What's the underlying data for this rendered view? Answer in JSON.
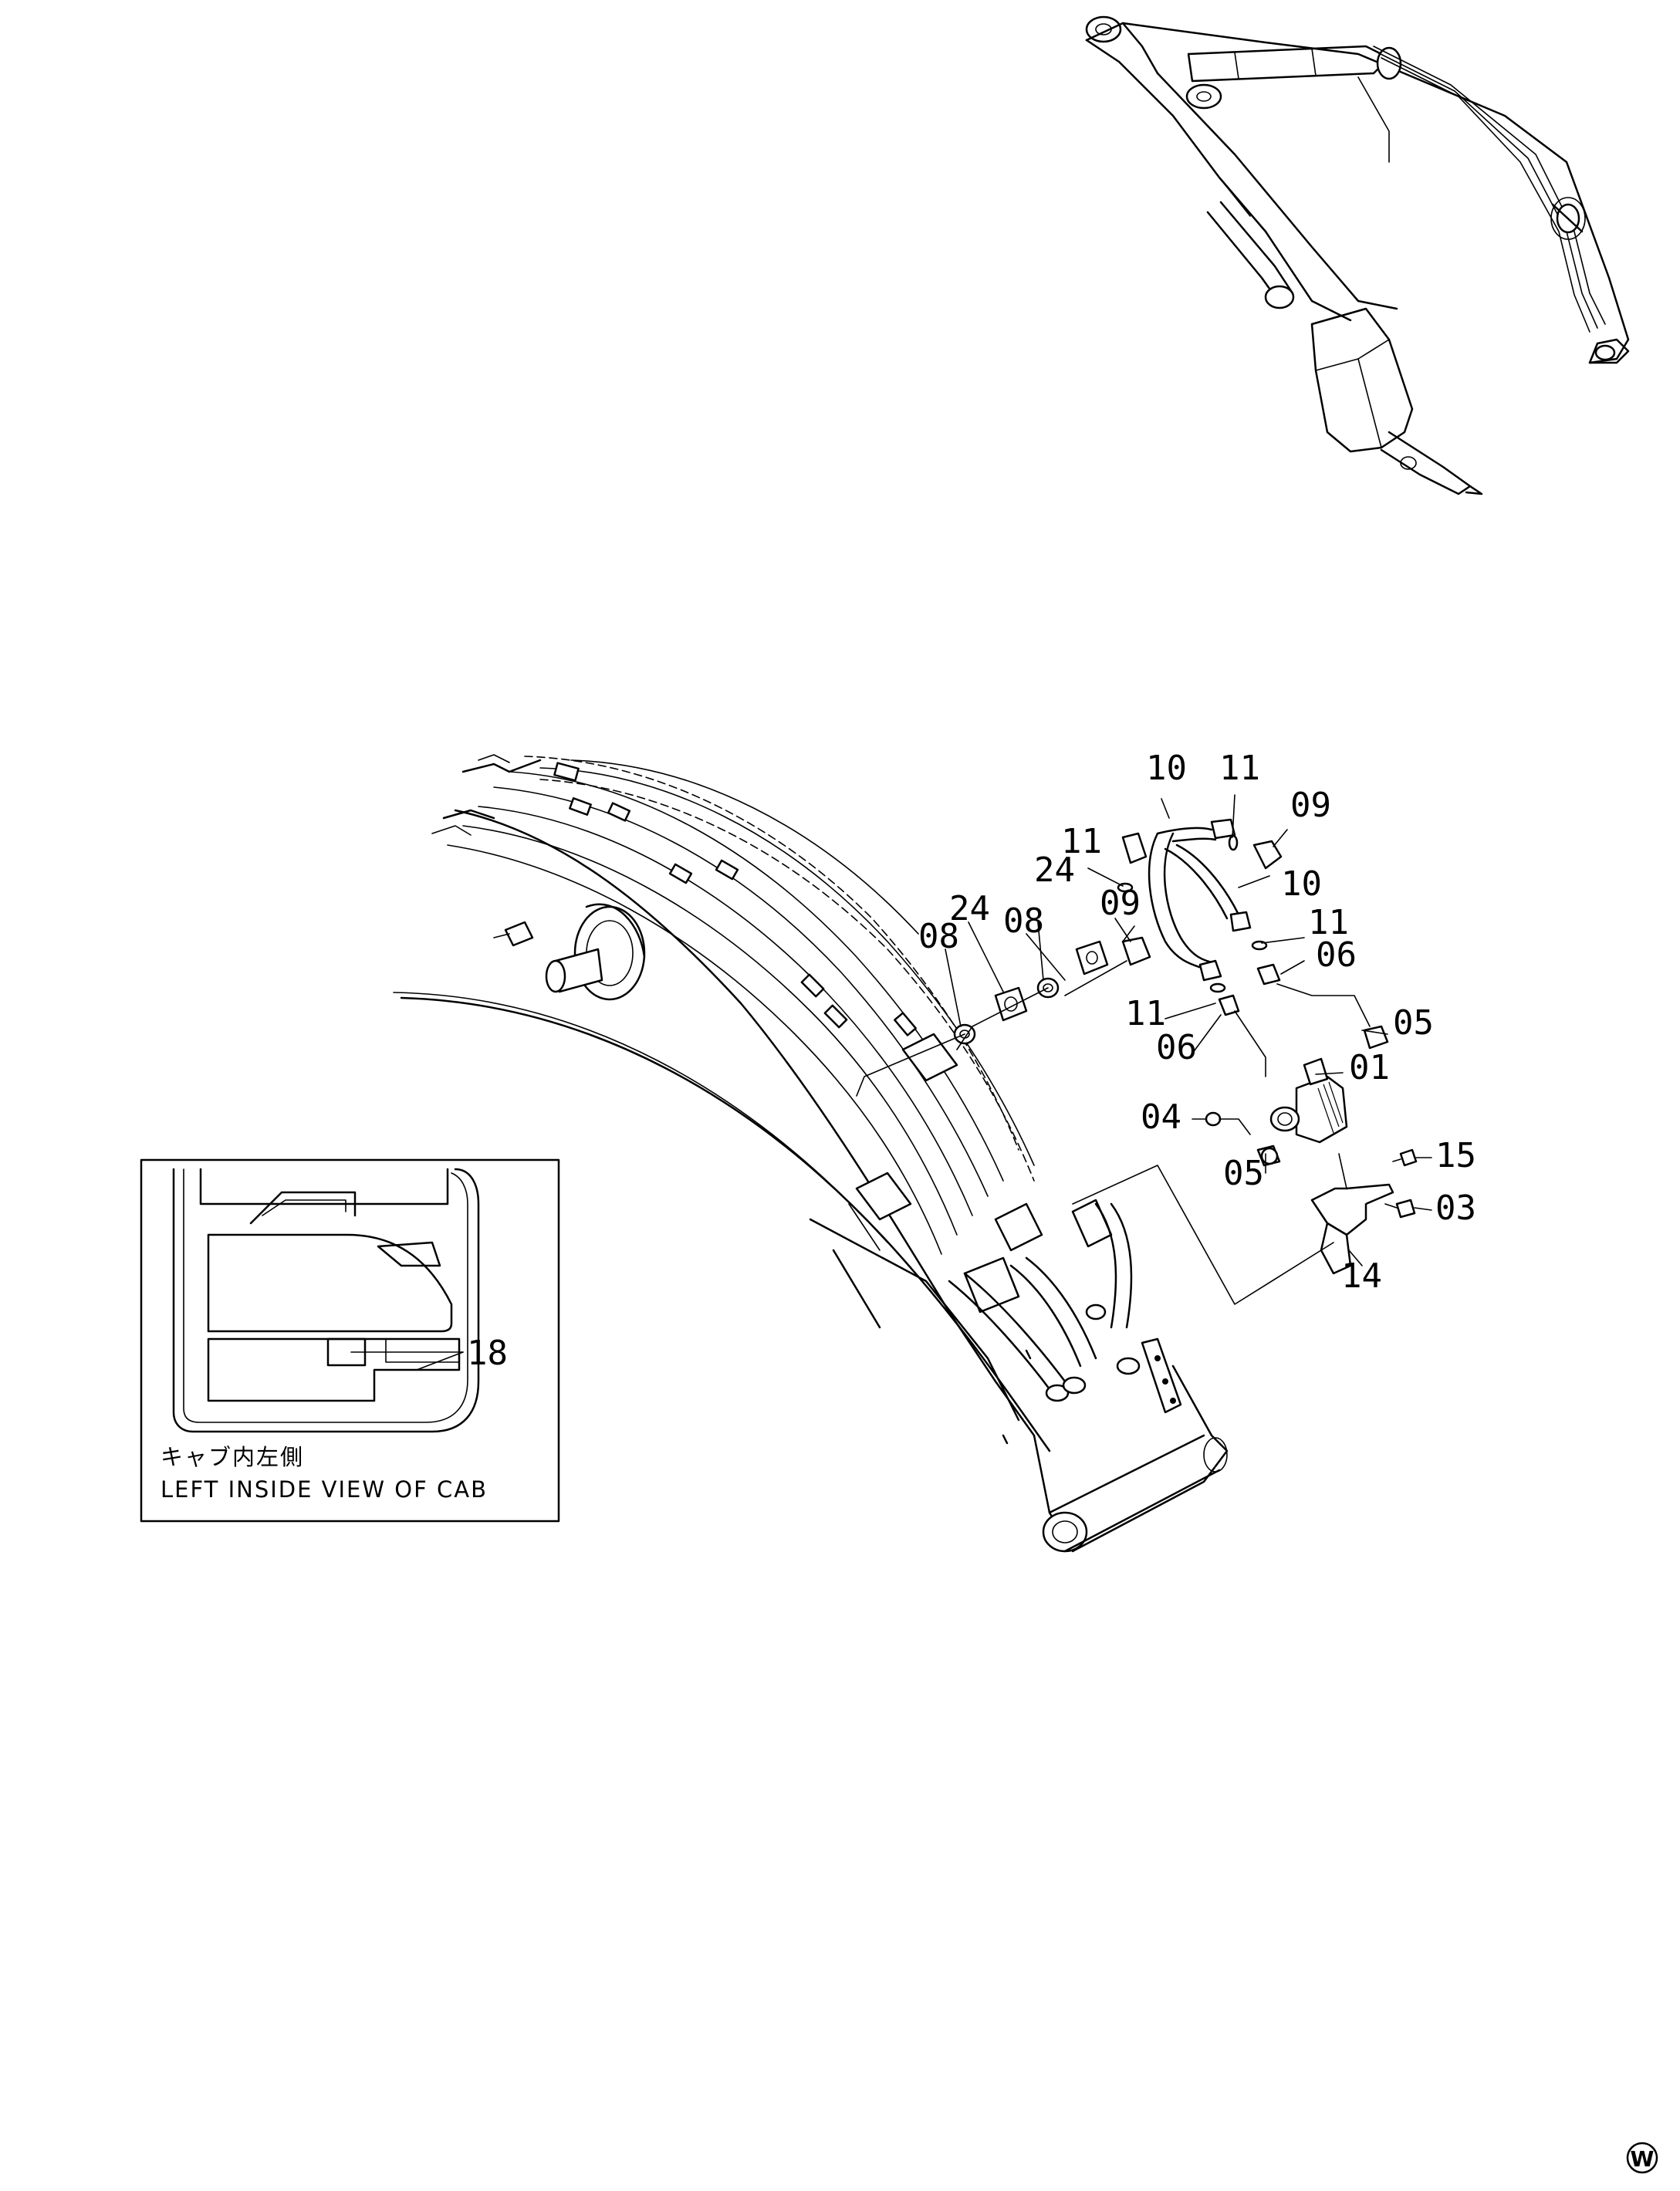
{
  "callouts": {
    "c01": "01",
    "c03": "03",
    "c04": "04",
    "c05a": "05",
    "c05b": "05",
    "c06a": "06",
    "c06b": "06",
    "c08a": "08",
    "c08b": "08",
    "c09a": "09",
    "c09b": "09",
    "c10a": "10",
    "c10b": "10",
    "c11a": "11",
    "c11b": "11",
    "c11c": "11",
    "c11d": "11",
    "c14": "14",
    "c15": "15",
    "c18": "18",
    "c24a": "24",
    "c24b": "24"
  },
  "inset": {
    "label_jp": "キャブ内左側",
    "label_en": "LEFT INSIDE VIEW OF CAB"
  },
  "corner_mark": "W"
}
